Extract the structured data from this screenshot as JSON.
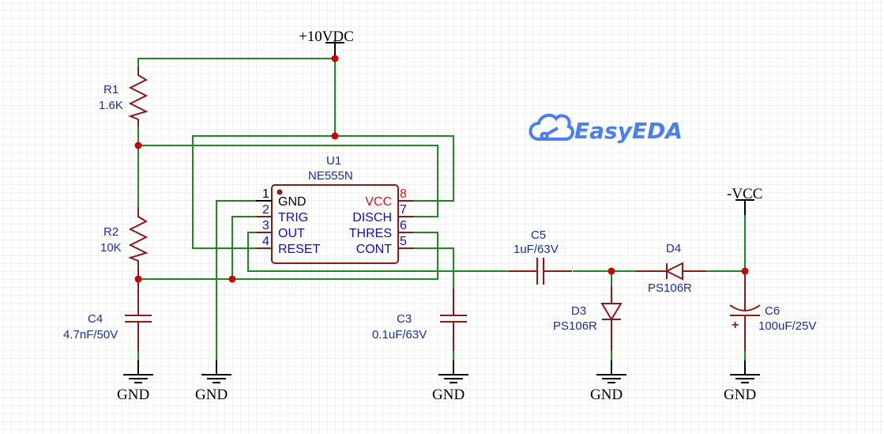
{
  "logo": {
    "text": "EasyEDA",
    "color": "#4a7ff0"
  },
  "colors": {
    "wire": "#1e8a1e",
    "component": "#8b1a1a",
    "junction": "#cc0000",
    "label": "#1a2f9a",
    "pin_label": "#1010c0",
    "vcc_pin": "#dd1111"
  },
  "power": {
    "vplus": "+10VDC",
    "vminus": "-VCC",
    "gnd": [
      "GND",
      "GND",
      "GND",
      "GND",
      "GND"
    ]
  },
  "components": {
    "R1": {
      "ref": "R1",
      "value": "1.6K"
    },
    "R2": {
      "ref": "R2",
      "value": "10K"
    },
    "C3": {
      "ref": "C3",
      "value": "0.1uF/63V"
    },
    "C4": {
      "ref": "C4",
      "value": "4.7nF/50V"
    },
    "C5": {
      "ref": "C5",
      "value": "1uF/63V"
    },
    "C6": {
      "ref": "C6",
      "value": "100uF/25V",
      "polarity": "+"
    },
    "D3": {
      "ref": "D3",
      "value": "PS106R"
    },
    "D4": {
      "ref": "D4",
      "value": "PS106R"
    },
    "U1": {
      "ref": "U1",
      "value": "NE555N",
      "left_pins": [
        {
          "num": "1",
          "name": "GND"
        },
        {
          "num": "2",
          "name": "TRIG"
        },
        {
          "num": "3",
          "name": "OUT"
        },
        {
          "num": "4",
          "name": "RESET"
        }
      ],
      "right_pins": [
        {
          "num": "8",
          "name": "VCC"
        },
        {
          "num": "7",
          "name": "DISCH"
        },
        {
          "num": "6",
          "name": "THRES"
        },
        {
          "num": "5",
          "name": "CONT"
        }
      ]
    }
  }
}
